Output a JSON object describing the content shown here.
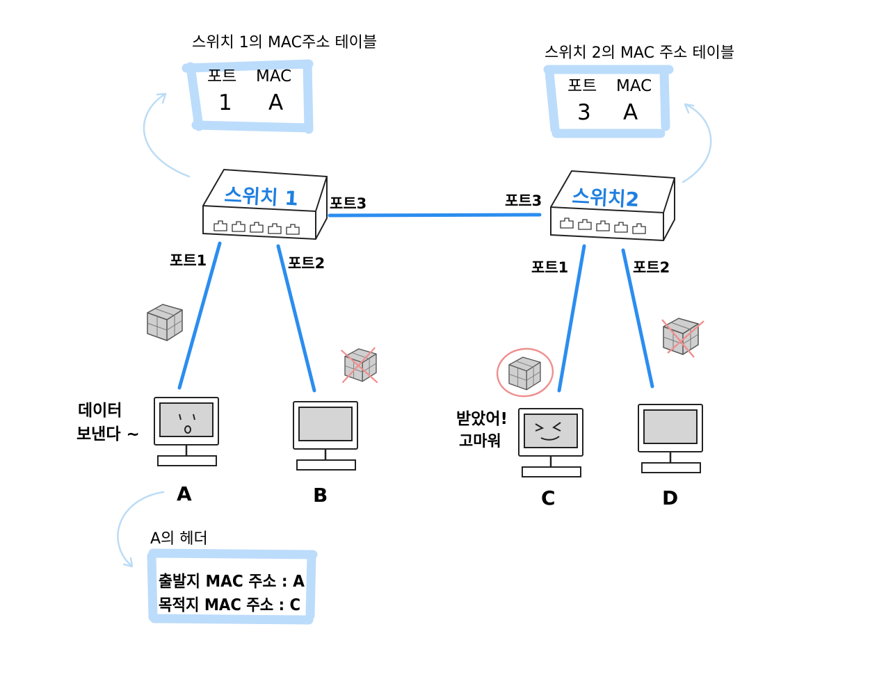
{
  "colors": {
    "link": "#2b8def",
    "switch_label": "#1e7fe0",
    "table_frame": "#bcdcfb",
    "screen": "#d5d5d5",
    "packet": "#cfcfcf",
    "cross": "#ef8f8f",
    "curve": "#bcdcf5"
  },
  "tables": {
    "switch1": {
      "title": "스위치 1의 MAC주소 테이블",
      "col_port": "포트",
      "col_mac": "MAC",
      "port": "1",
      "mac": "A"
    },
    "switch2": {
      "title": "스위치 2의 MAC 주소 테이블",
      "col_port": "포트",
      "col_mac": "MAC",
      "port": "3",
      "mac": "A"
    }
  },
  "switches": {
    "s1": {
      "label": "스위치 1",
      "port1": "포트1",
      "port2": "포트2",
      "port3": "포트3"
    },
    "s2": {
      "label": "스위치2",
      "port1": "포트1",
      "port2": "포트2",
      "port3": "포트3"
    }
  },
  "hosts": {
    "a": {
      "name": "A",
      "speech_line1": "데이터",
      "speech_line2": "보낸다 ~",
      "icon": "surprised-face-icon"
    },
    "b": {
      "name": "B"
    },
    "c": {
      "name": "C",
      "speech_line1": "받았어!",
      "speech_line2": "고마워",
      "icon": "happy-face-icon"
    },
    "d": {
      "name": "D"
    }
  },
  "header": {
    "title": "A의 헤더",
    "line1": "출발지 MAC 주소 : A",
    "line2": "목적지 MAC 주소 : C"
  }
}
